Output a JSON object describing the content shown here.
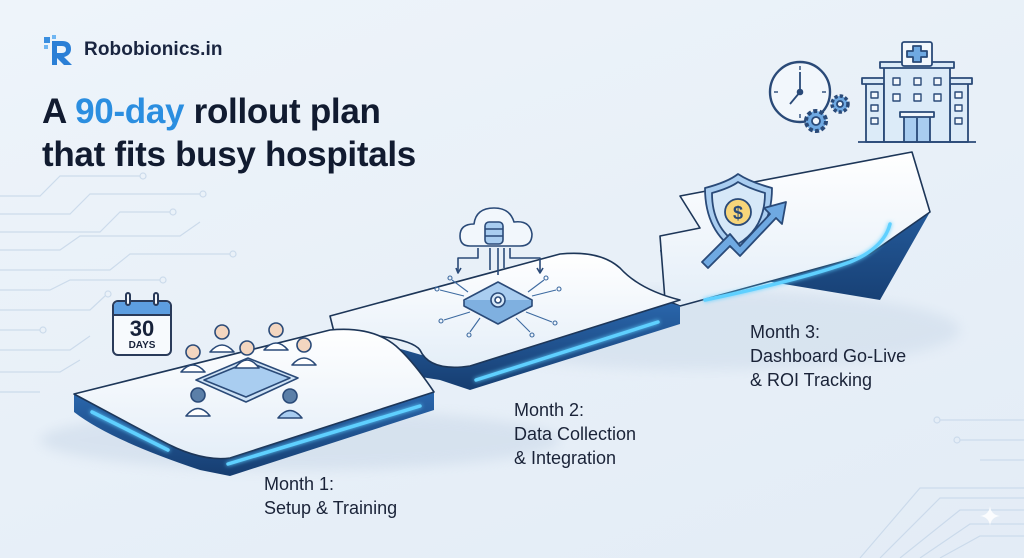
{
  "brand": {
    "name": "Robobionics.in",
    "logo_icon": "robobionics-r-logo"
  },
  "headline": {
    "prefix": "A ",
    "accent": "90-day",
    "rest_line1": " rollout plan",
    "line2": "that fits busy hospitals"
  },
  "calendar": {
    "number": "30",
    "unit": "DAYS",
    "icon": "calendar-icon"
  },
  "stages": [
    {
      "line1": "Month 1:",
      "line2": "Setup & Training",
      "line3": "",
      "icon": "doctors-team-tablet-icon"
    },
    {
      "line1": "Month 2:",
      "line2": "Data Collection",
      "line3": "& Integration",
      "icon": "cloud-database-chip-icon"
    },
    {
      "line1": "Month 3:",
      "line2": "Dashboard Go-Live",
      "line3": "& ROI Tracking",
      "icon": "shield-dollar-growth-icon"
    }
  ],
  "goal_icons": [
    "clock-gears-icon",
    "hospital-building-icon"
  ],
  "colors": {
    "accent": "#2b8ee0",
    "text_dark": "#111b30",
    "platform_edge": "#1f4f8a",
    "glow": "#4cc4ff",
    "icon_fill": "#a9cdf0",
    "icon_stroke": "#2a4a78",
    "coin": "#f7d57a",
    "background": "#eaf2f9"
  }
}
